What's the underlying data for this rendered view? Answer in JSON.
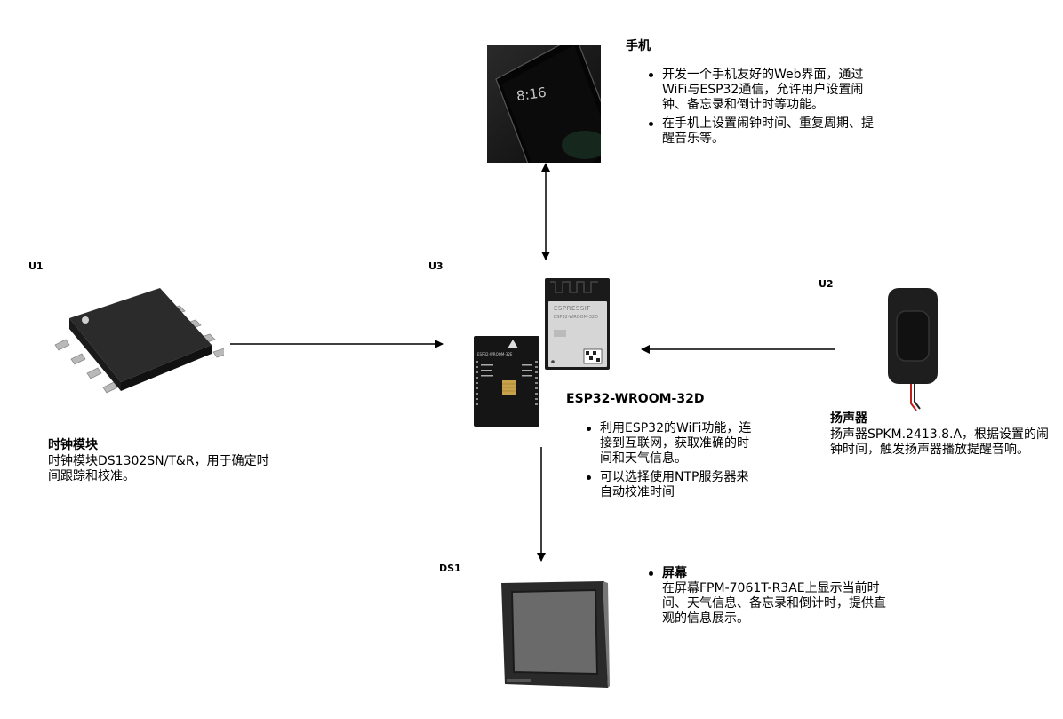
{
  "phone": {
    "title": "手机",
    "bullets": [
      "开发一个手机友好的Web界面，通过WiFi与ESP32通信，允许用户设置闹钟、备忘录和倒计时等功能。",
      "在手机上设置闹钟时间、重复周期、提醒音乐等。"
    ],
    "screen_time": "8:16"
  },
  "u1": {
    "ref": "U1",
    "title": "时钟模块",
    "desc": "时钟模块DS1302SN/T&R，用于确定时间跟踪和校准。"
  },
  "u3": {
    "ref": "U3",
    "title": "ESP32-WROOM-32D",
    "bullets": [
      "利用ESP32的WiFi功能，连接到互联网，获取准确的时间和天气信息。",
      "可以选择使用NTP服务器来自动校准时间"
    ],
    "board_text": "ESP32-WROOM-32E",
    "module_brand": "ESPRESSIF",
    "module_model": "ESP32-WROOM-32D"
  },
  "u2": {
    "ref": "U2",
    "title": "扬声器",
    "desc": "扬声器SPKM.2413.8.A，根据设置的闹钟时间，触发扬声器播放提醒音响。"
  },
  "ds1": {
    "ref": "DS1",
    "title": "屏幕",
    "desc": "在屏幕FPM-7061T-R3AE上显示当前时间、天气信息、备忘录和倒计时，提供直观的信息展示。"
  }
}
